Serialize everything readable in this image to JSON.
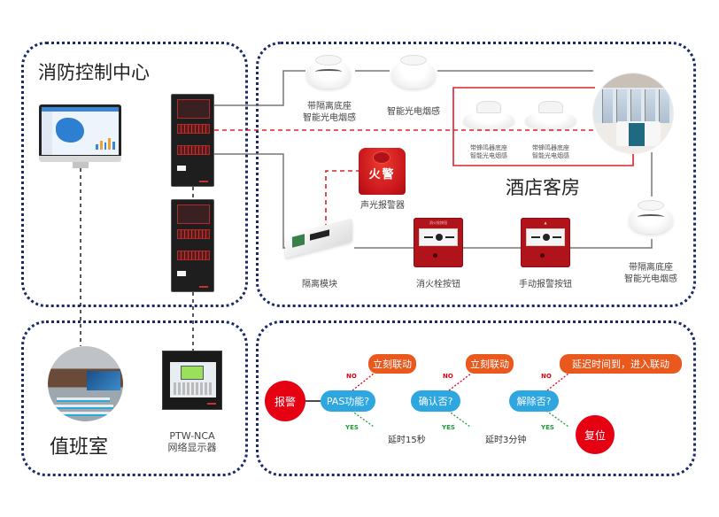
{
  "zones": {
    "control_center": {
      "title": "消防控制中心"
    },
    "hotel_room": {
      "title": "酒店客房"
    },
    "duty_room": {
      "title": "值班室"
    }
  },
  "devices": {
    "detector_top_1": {
      "label_line1": "带隔离底座",
      "label_line2": "智能光电烟感"
    },
    "detector_top_2": {
      "label": "智能光电烟感"
    },
    "room_detector_1": {
      "label_line1": "带蜂鸣器底座",
      "label_line2": "智能光电烟感"
    },
    "room_detector_2": {
      "label_line1": "带蜂鸣器底座",
      "label_line2": "智能光电烟感"
    },
    "detector_right": {
      "label_line1": "带隔离底座",
      "label_line2": "智能光电烟感"
    },
    "sound_light_alarm": {
      "label": "声光报警器",
      "face_text": "火警"
    },
    "isolation_module": {
      "label": "隔离模块"
    },
    "hydrant_button": {
      "label": "消火栓按钮",
      "head_text": "消火栓按钮"
    },
    "manual_alarm_button": {
      "label": "手动报警按钮",
      "head_text": ""
    },
    "network_display": {
      "model": "PTW-NCA",
      "label": "网络显示器"
    }
  },
  "flowchart": {
    "start": "报警",
    "decision_pas": "PAS功能?",
    "decision_confirm": "确认否?",
    "decision_clear": "解除否?",
    "action_immediate_1": "立刻联动",
    "action_immediate_2": "立刻联动",
    "action_delayed": "延迟时间到，进入联动",
    "end_reset": "复位",
    "delay_1": "延时15秒",
    "delay_2": "延时3分钟",
    "no_label": "NO",
    "yes_label": "YES"
  },
  "colors": {
    "zone_border": "#1b2a6b",
    "alarm_red": "#e50012",
    "decision_blue": "#2ea7e0",
    "action_orange": "#e9581d",
    "no_red": "#e60012",
    "yes_green": "#1f9b3a",
    "wire_gray": "#777777",
    "signal_red": "#e0202a"
  }
}
